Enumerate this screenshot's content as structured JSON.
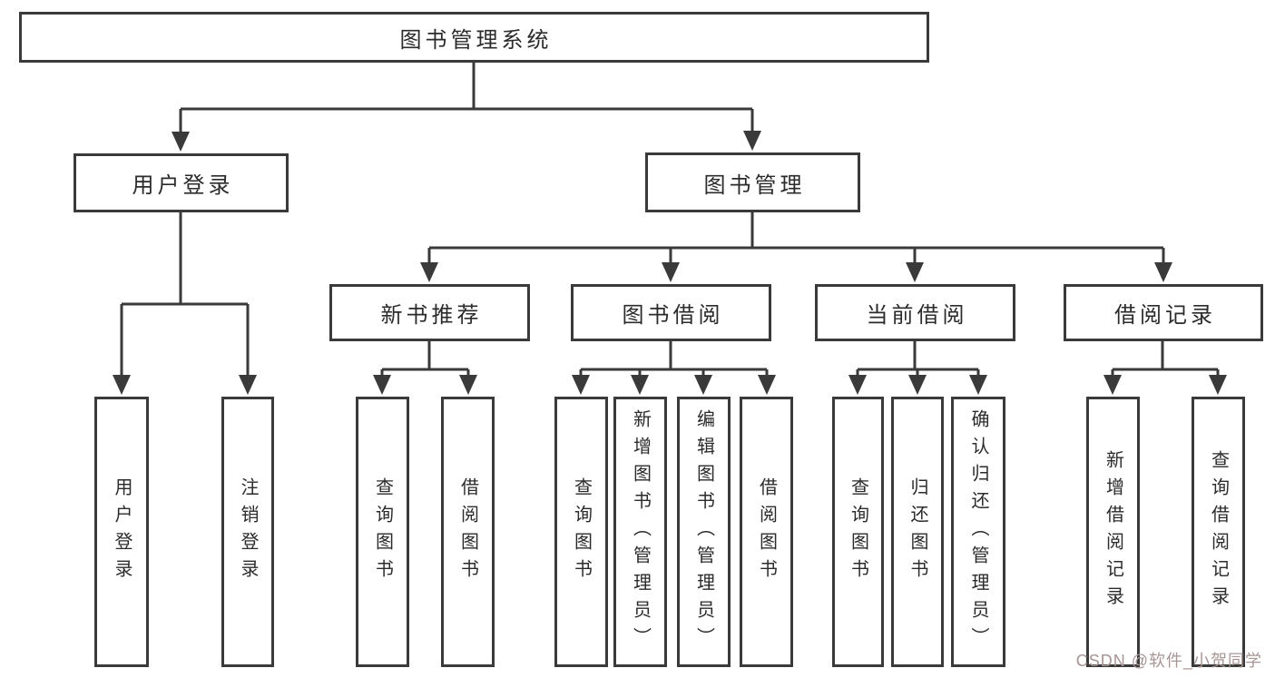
{
  "diagram": {
    "root": {
      "label": "图书管理系统"
    },
    "branches": [
      {
        "label": "用户登录",
        "children": [
          {
            "label": "用户登录"
          },
          {
            "label": "注销登录"
          }
        ]
      },
      {
        "label": "图书管理",
        "children": [
          {
            "label": "新书推荐",
            "children": [
              {
                "label": "查询图书"
              },
              {
                "label": "借阅图书"
              }
            ]
          },
          {
            "label": "图书借阅",
            "children": [
              {
                "label": "查询图书"
              },
              {
                "label": "新增图书（管理员）"
              },
              {
                "label": "编辑图书（管理员）"
              },
              {
                "label": "借阅图书"
              }
            ]
          },
          {
            "label": "当前借阅",
            "children": [
              {
                "label": "查询图书"
              },
              {
                "label": "归还图书"
              },
              {
                "label": "确认归还（管理员）"
              }
            ]
          },
          {
            "label": "借阅记录",
            "children": [
              {
                "label": "新增借阅记录"
              },
              {
                "label": "查询借阅记录"
              }
            ]
          }
        ]
      }
    ]
  },
  "watermark": {
    "text": "CSDN @软件_小贺同学"
  },
  "colors": {
    "line": "#3a3a3a",
    "text": "#2b2b2b",
    "watermark": "#a89595",
    "background": "#ffffff"
  }
}
